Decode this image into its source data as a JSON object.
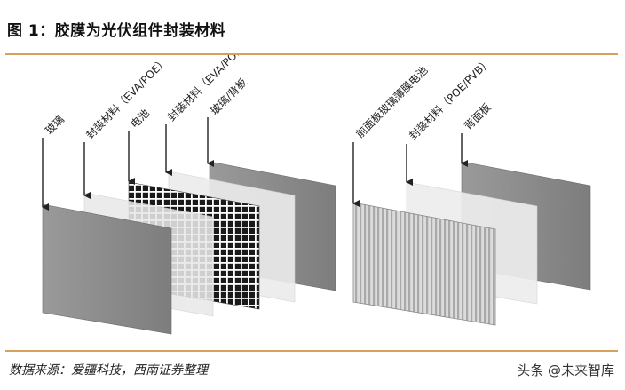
{
  "figure": {
    "title": "图 1：胶膜为光伏组件封装材料",
    "source": "数据来源：爱疆科技，西南证券整理",
    "watermark": "头条 @未来智库"
  },
  "left_diagram": {
    "labels": {
      "glass": "玻璃",
      "encap1": "封装材料（EVA/POE）",
      "cell": "电池",
      "encap2": "封装材料（EVA/POE）",
      "glass_back": "玻璃/背板"
    }
  },
  "right_diagram": {
    "labels": {
      "front": "前面板玻璃薄膜电池",
      "encap": "封装材料（POE/PVB）",
      "back": "背面板"
    }
  }
}
